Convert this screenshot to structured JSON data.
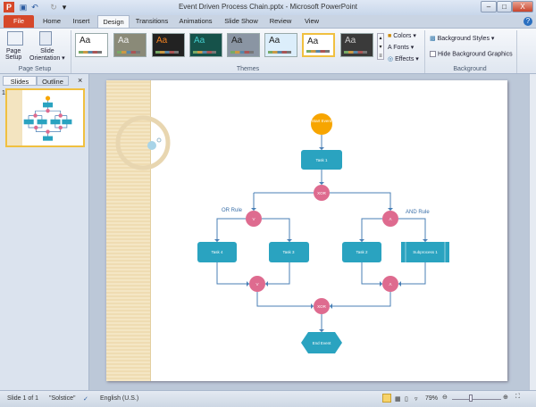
{
  "window": {
    "title": "Event Driven Process Chain.pptx  -  Microsoft PowerPoint",
    "minimize": "–",
    "maximize": "□",
    "close": "X"
  },
  "tabs": [
    "File",
    "Home",
    "Insert",
    "Design",
    "Transitions",
    "Animations",
    "Slide Show",
    "Review",
    "View"
  ],
  "ribbon": {
    "page_setup": {
      "label": "Page Setup",
      "page_setup_btn": "Page\nSetup",
      "orientation_btn": "Slide\nOrientation ▾"
    },
    "themes": {
      "label": "Themes",
      "thumb_text": "Aa",
      "colors": "Colors ▾",
      "fonts": "Fonts ▾",
      "effects": "Effects ▾"
    },
    "background": {
      "label": "Background",
      "styles": "Background Styles ▾",
      "hide": "Hide Background Graphics"
    }
  },
  "left_pane": {
    "tabs": [
      "Slides",
      "Outline"
    ],
    "close": "×",
    "slide_number": "1"
  },
  "diagram": {
    "start": "Start Event",
    "task1": "Task 1",
    "xor_top": "XOR",
    "or_rule": "OR Rule",
    "and_rule": "AND Rule",
    "or_symbol": "V",
    "and_symbol": "Λ",
    "task4": "Task 4",
    "task3": "Task 3",
    "task2": "Task 2",
    "subprocess": "Subprocess 1",
    "xor_bottom": "XOR",
    "end": "End Event",
    "colors": {
      "task": "#2aa3c0",
      "gateway": "#de6b8f",
      "start": "#f7a500",
      "line": "#4a7fb5"
    }
  },
  "status": {
    "slide": "Slide 1 of 1",
    "theme": "\"Solstice\"",
    "language": "English (U.S.)",
    "zoom": "79%",
    "zoom_percent": 79
  }
}
